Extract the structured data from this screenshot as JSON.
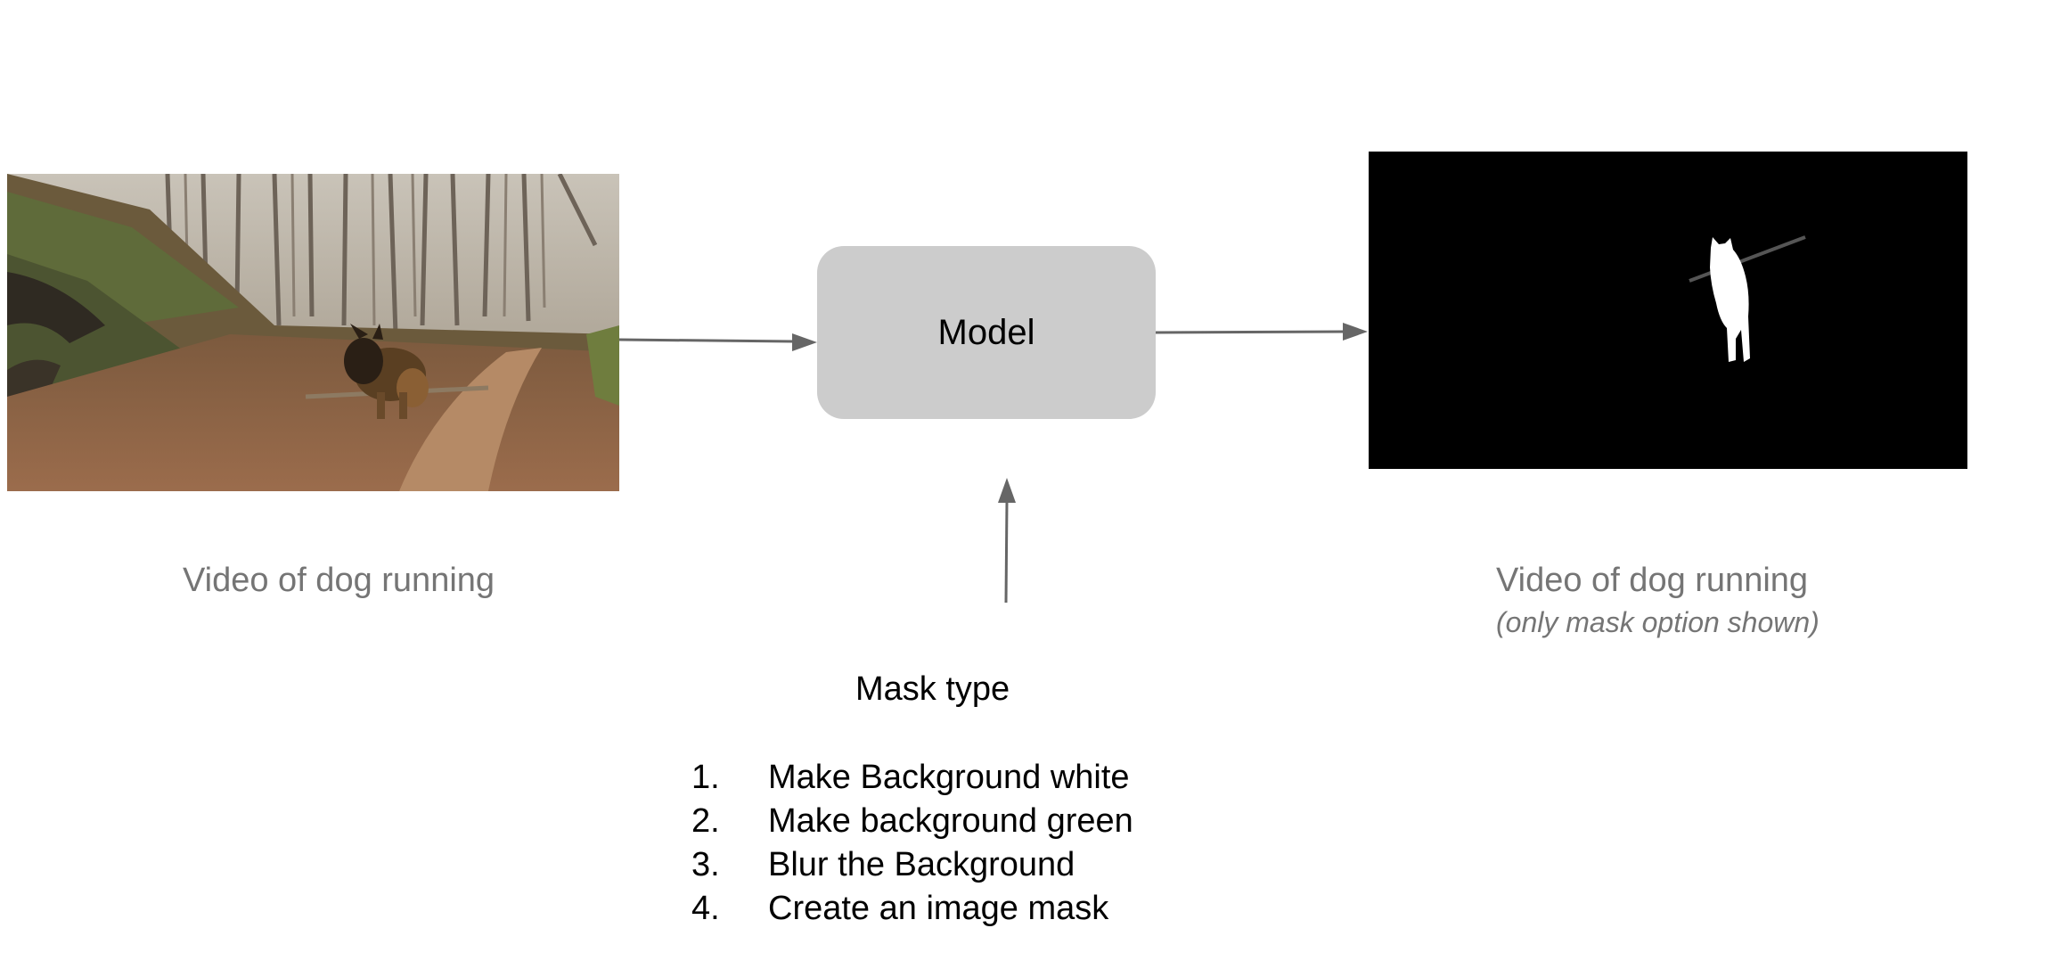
{
  "model": {
    "label": "Model"
  },
  "input": {
    "caption": "Video of dog running"
  },
  "output": {
    "caption": "Video of dog running",
    "note": "(only mask option shown)"
  },
  "mask_type": {
    "title": "Mask type",
    "options": [
      {
        "num": "1.",
        "label": "Make Background white"
      },
      {
        "num": "2.",
        "label": "Make background green"
      },
      {
        "num": "3.",
        "label": "Blur the Background"
      },
      {
        "num": "4.",
        "label": "Create an image mask"
      }
    ]
  },
  "colors": {
    "arrow": "#666666",
    "model_box": "#cccccc",
    "caption": "#757575",
    "mask_background": "#000000"
  }
}
